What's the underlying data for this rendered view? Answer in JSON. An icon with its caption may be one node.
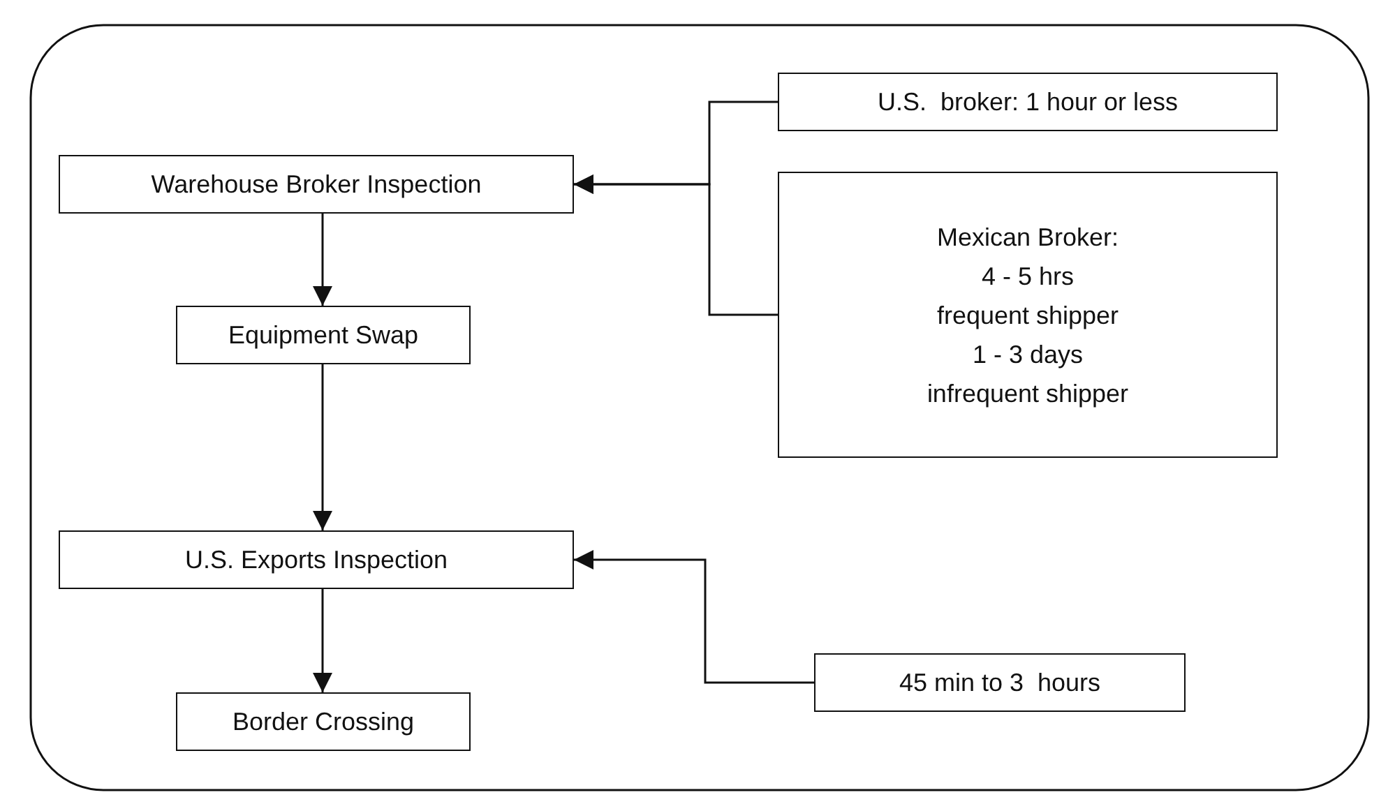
{
  "diagram": {
    "nodes": [
      {
        "text": [
          "Warehouse Broker Inspection"
        ]
      },
      {
        "text": [
          "U.S.  broker: 1 hour or less"
        ]
      },
      {
        "text": [
          "Mexican Broker:",
          "4 - 5 hrs",
          "frequent shipper",
          "1 - 3 days",
          "infrequent shipper"
        ]
      },
      {
        "text": [
          "Equipment Swap"
        ]
      },
      {
        "text": [
          "U.S. Exports Inspection"
        ]
      },
      {
        "text": [
          "45 min to 3  hours"
        ]
      },
      {
        "text": [
          "Border Crossing"
        ]
      }
    ],
    "edges": [
      {
        "from": 1,
        "to": 0,
        "arrow": "to"
      },
      {
        "from": 2,
        "to": 0,
        "arrow": "to"
      },
      {
        "from": 0,
        "to": 3,
        "arrow": "to"
      },
      {
        "from": 3,
        "to": 4,
        "arrow": "to"
      },
      {
        "from": 5,
        "to": 4,
        "arrow": "to"
      },
      {
        "from": 4,
        "to": 6,
        "arrow": "to"
      }
    ]
  }
}
